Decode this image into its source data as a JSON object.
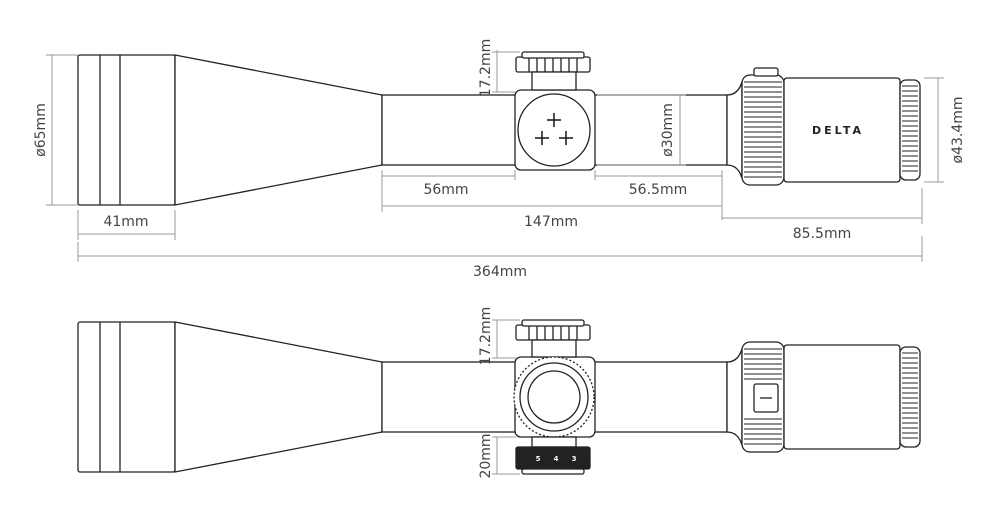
{
  "diagram": {
    "brand_logo": "DELTA",
    "top_view": {
      "dimensions": {
        "objective_diameter": "ø65mm",
        "objective_bell_length": "41mm",
        "turret_height": "17.2mm",
        "tube_diameter": "ø30mm",
        "front_tube_length": "56mm",
        "rear_tube_length": "56.5mm",
        "main_section_length": "147mm",
        "eyepiece_length": "85.5mm",
        "eyepiece_diameter": "ø43.4mm",
        "total_length": "364mm"
      }
    },
    "side_view": {
      "dimensions": {
        "turret_height": "17.2mm",
        "parallax_knob_height": "20mm"
      },
      "parallax_numbers": [
        "5",
        "4",
        "3"
      ]
    },
    "colors": {
      "outline": "#222222",
      "dimension_line": "#9a9a9a",
      "text": "#444444"
    }
  }
}
